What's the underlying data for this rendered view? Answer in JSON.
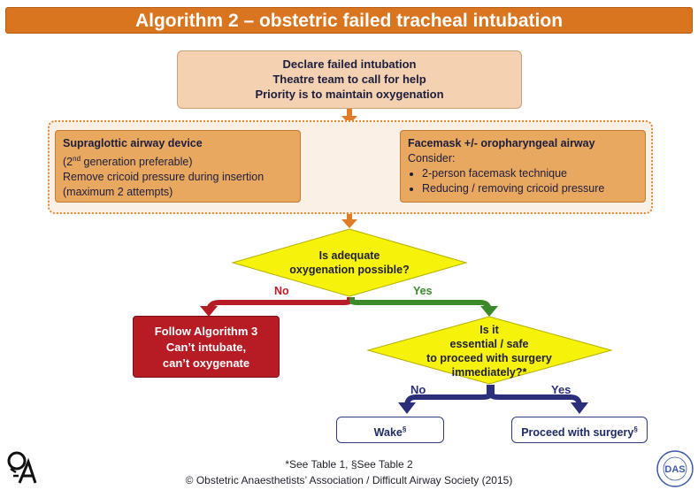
{
  "title": "Algorithm 2 – obstetric failed tracheal intubation",
  "declare": {
    "line1": "Declare failed intubation",
    "line2": "Theatre team to call for help",
    "line3": "Priority is to maintain oxygenation"
  },
  "sad": {
    "heading": "Supraglottic airway device",
    "line1_pre": "(2",
    "line1_sup": "nd",
    "line1_post": " generation preferable)",
    "line2": "Remove cricoid pressure during insertion",
    "line3": "(maximum 2 attempts)"
  },
  "facemask": {
    "heading": "Facemask +/- oropharyngeal airway",
    "consider": "Consider:",
    "items": [
      "2-person facemask technique",
      "Reducing / removing cricoid pressure"
    ]
  },
  "decision1": {
    "line1": "Is adequate",
    "line2": "oxygenation possible?",
    "no": "No",
    "yes": "Yes"
  },
  "algorithm3": {
    "line1": "Follow Algorithm 3",
    "line2": "Can’t intubate,",
    "line3": "can’t oxygenate"
  },
  "decision2": {
    "line1": "Is it",
    "line2": "essential / safe",
    "line3": "to proceed with surgery",
    "line4": "immediately?*",
    "no": "No",
    "yes": "Yes"
  },
  "wake": {
    "label": "Wake",
    "sup": "§"
  },
  "proceed": {
    "label": "Proceed with surgery",
    "sup": "§"
  },
  "footnote": "*See Table 1, §See Table 2",
  "copyright": "© Obstetric Anaesthetists’ Association / Difficult Airway Society (2015)",
  "colors": {
    "orange": "#d9741f",
    "red": "#b71c25",
    "green": "#3a8a2a",
    "navy": "#2b2f7a",
    "yellow": "#f7f20a"
  }
}
